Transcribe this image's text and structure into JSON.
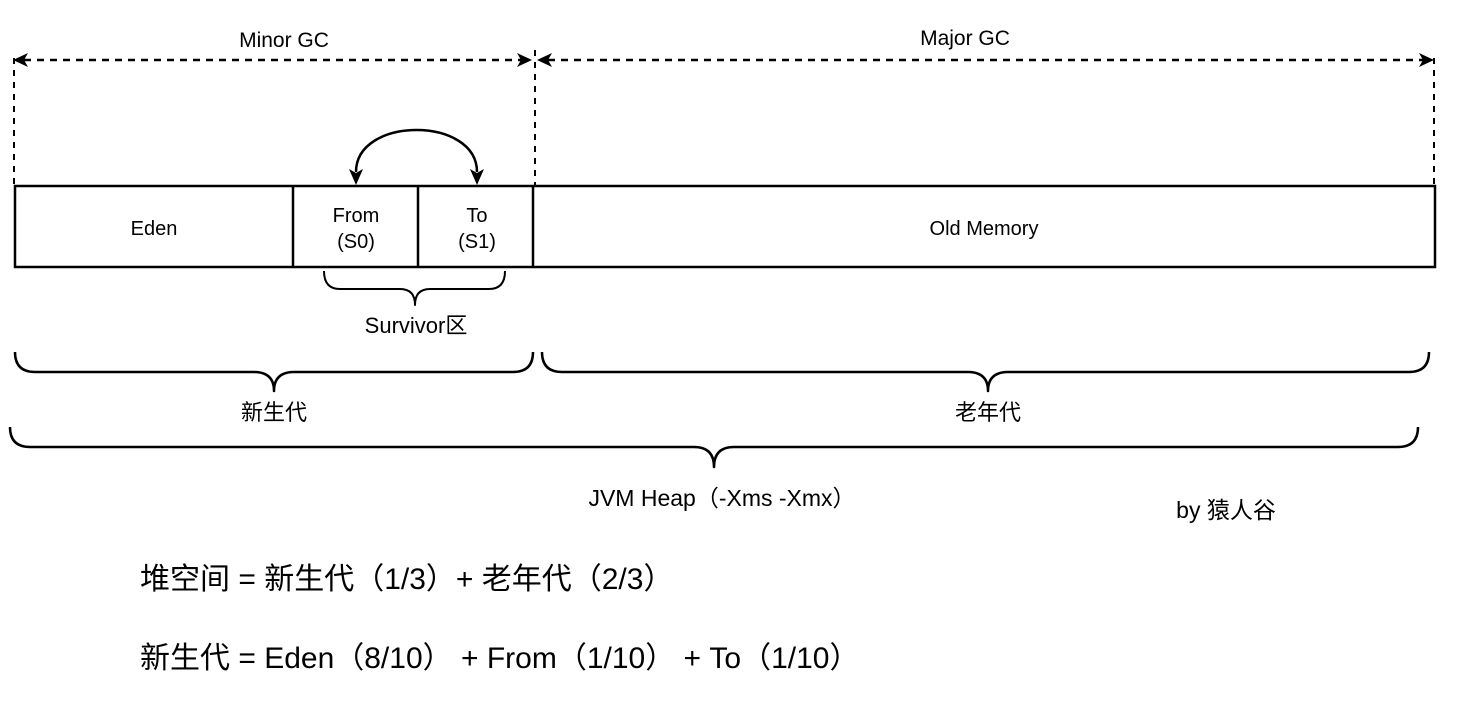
{
  "colors": {
    "ink": "#000000",
    "background": "#ffffff"
  },
  "gc_arrows": {
    "minor_label": "Minor GC",
    "major_label": "Major GC"
  },
  "heap_bar": {
    "eden_label": "Eden",
    "from_label": "From",
    "from_sublabel": "(S0)",
    "to_label": "To",
    "to_sublabel": "(S1)",
    "old_label": "Old Memory"
  },
  "annotations": {
    "survivor_label": "Survivor区",
    "young_gen_label": "新生代",
    "old_gen_label": "老年代",
    "jvm_heap_label": "JVM Heap（-Xms -Xmx）",
    "credit": "by 猿人谷"
  },
  "formulas": {
    "line1": "堆空间 = 新生代（1/3）+ 老年代（2/3）",
    "line2": "新生代 = Eden（8/10） + From（1/10） + To（1/10）"
  }
}
